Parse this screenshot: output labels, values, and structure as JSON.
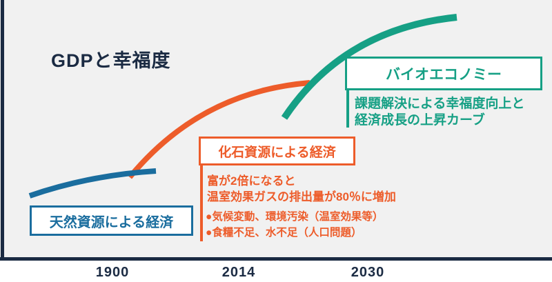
{
  "title": "GDPと幸福度",
  "colors": {
    "navy": "#1B2B43",
    "blue": "#1A6D9E",
    "orange": "#ED5C2A",
    "teal": "#16A085",
    "background": "#F1F1F1",
    "box_background": "#FFFFFF"
  },
  "axis": {
    "years": [
      "1900",
      "2014",
      "2030"
    ]
  },
  "stages": {
    "natural": {
      "label": "天然資源による経済"
    },
    "fossil": {
      "label": "化石資源による経済",
      "description_lines": [
        "富が2倍になると",
        "温室効果ガスの排出量が80％に増加"
      ],
      "bullets": [
        "●気候変動、環境汚染（温室効果等）",
        "●食糧不足、水不足（人口問題）"
      ]
    },
    "bio": {
      "label": "バイオエコノミー",
      "description_lines": [
        "課題解決による幸福度向上と",
        "経済成長の上昇カーブ"
      ]
    }
  }
}
